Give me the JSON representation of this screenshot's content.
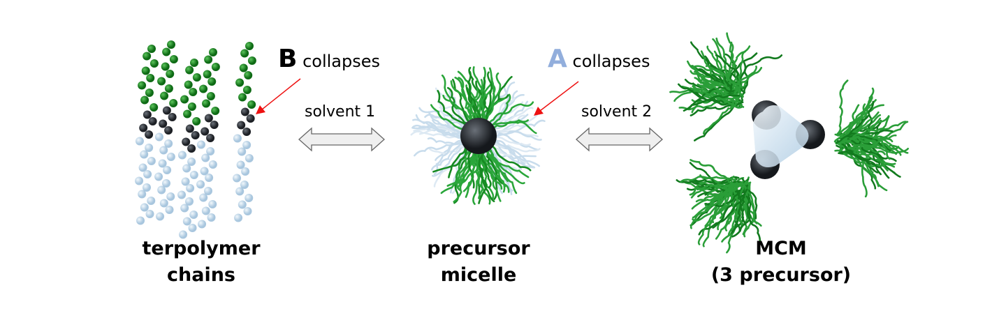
{
  "annotations": {
    "b_letter": "B",
    "b_text": "collapses",
    "a_letter": "A",
    "a_text": "collapses",
    "solvent1": "solvent 1",
    "solvent2": "solvent 2"
  },
  "captions": {
    "left": [
      "terpolymer",
      "chains"
    ],
    "middle": [
      "precursor",
      "micelle"
    ],
    "right": [
      "MCM",
      "(3 precursor)"
    ]
  },
  "colors": {
    "block_green": "#1e8a1e",
    "block_dark": "#2e3238",
    "block_light": "#c4dcee",
    "a_letter": "#92aedc",
    "red_arrow": "#ee1111"
  }
}
